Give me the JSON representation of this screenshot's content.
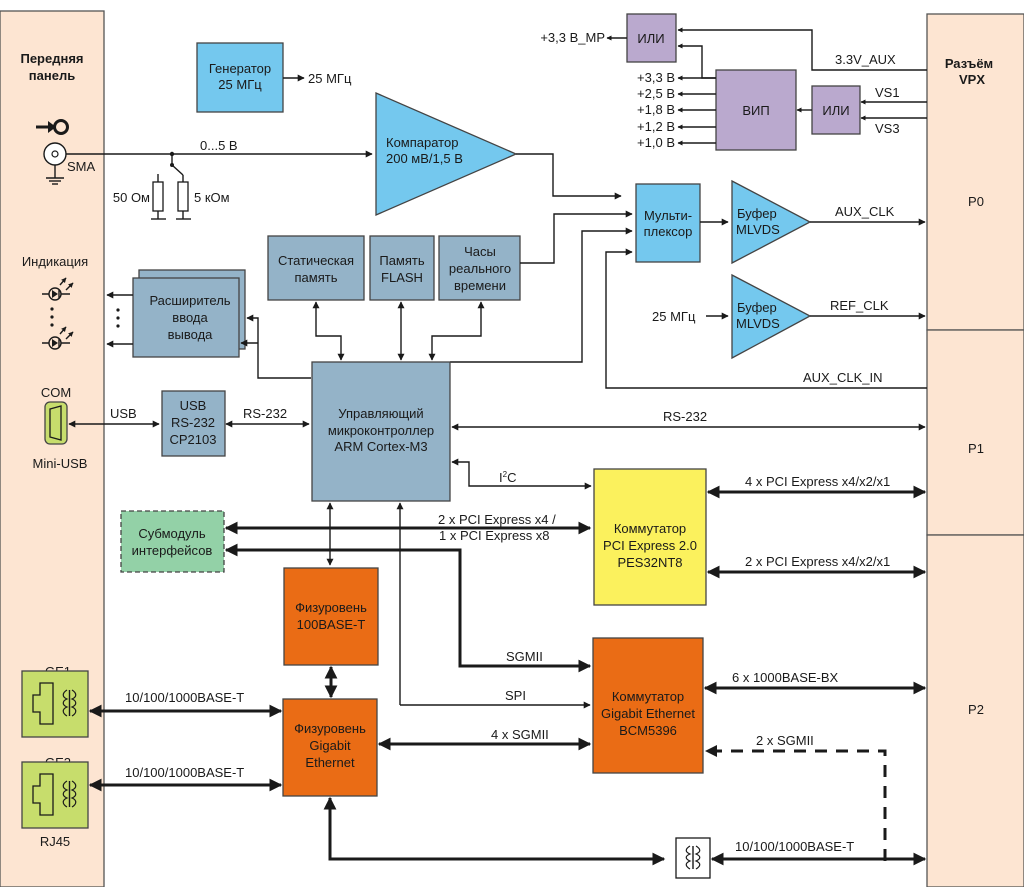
{
  "colors": {
    "panel": "#fde5d2",
    "generator_blue": "#74c8ee",
    "steel_block": "#94b3c8",
    "power_purple": "#baa9ce",
    "pcie_yellow": "#fbf15d",
    "ethernet_orange": "#ea6c15",
    "connector_green": "#c7dd6c",
    "submodule_mint": "#93d1a7"
  },
  "front_panel": {
    "title_line1": "Передняя",
    "title_line2": "панель",
    "sma_label": "SMA",
    "indication_label": "Индикация",
    "com_label": "COM",
    "mini_usb_label": "Mini-USB",
    "ge1_label": "GE1",
    "ge2_label": "GE2",
    "rj45_label": "RJ45"
  },
  "vpx": {
    "title_line1": "Разъём",
    "title_line2": "VPX",
    "p0": "P0",
    "p1": "P1",
    "p2": "P2"
  },
  "blocks": {
    "generator": [
      "Генератор",
      "25 МГц"
    ],
    "comparator": [
      "Компаратор",
      "200 мВ/1,5 В"
    ],
    "or_top": "ИЛИ",
    "vip": "ВИП",
    "or_vs": "ИЛИ",
    "mux": [
      "Мульти-",
      "плексор"
    ],
    "buffer1": [
      "Буфер",
      "MLVDS"
    ],
    "buffer2": [
      "Буфер",
      "MLVDS"
    ],
    "sram": [
      "Статическая",
      "память"
    ],
    "flash": [
      "Память",
      "FLASH"
    ],
    "rtc": [
      "Часы",
      "реального",
      "времени"
    ],
    "io_expander": [
      "Расширитель",
      "ввода",
      "вывода"
    ],
    "usb_bridge": [
      "USB",
      "RS-232",
      "CP2103"
    ],
    "mcu": [
      "Управляющий",
      "микроконтроллер",
      "ARM Cortex-M3"
    ],
    "submodule": [
      "Субмодуль",
      "интерфейсов"
    ],
    "pcie_switch": [
      "Коммутатор",
      "PCI Express 2.0",
      "PES32NT8"
    ],
    "phy100": [
      "Физуровень",
      "100BASE-T"
    ],
    "phy_gbe": [
      "Физуровень",
      "Gigabit",
      "Ethernet"
    ],
    "gbe_switch": [
      "Коммутатор",
      "Gigabit Ethernet",
      "BCM5396"
    ]
  },
  "signals": {
    "gen_out": "25 МГц",
    "sma_range": "0...5 В",
    "r50": "50 Ом",
    "r5k": "5 кОм",
    "v33_mp": "+3,3 В_МР",
    "v33": "+3,3 В",
    "v25": "+2,5 В",
    "v18": "+1,8 В",
    "v12": "+1,2 В",
    "v10": "+1,0 В",
    "aux33": "3.3V_AUX",
    "vs1": "VS1",
    "vs3": "VS3",
    "aux_clk": "AUX_CLK",
    "ref_in": "25 МГц",
    "ref_clk": "REF_CLK",
    "aux_clk_in": "AUX_CLK_IN",
    "usb": "USB",
    "rs232_a": "RS-232",
    "rs232_b": "RS-232",
    "i2c": "I",
    "i2c_sup": "2",
    "i2c_tail": "C",
    "pcie_sub_1": "2 x PCI Express x4 /",
    "pcie_sub_2": "1 x PCI Express x8",
    "pcie_p1": "4 x PCI Express x4/x2/x1",
    "pcie_p2": "2 x PCI Express x4/x2/x1",
    "sgmii": "SGMII",
    "spi": "SPI",
    "sgmii4": "4 x SGMII",
    "bx6": "6 x 1000BASE-BX",
    "sgmii2": "2 x SGMII",
    "ge1_link": "10/100/1000BASE-T",
    "ge2_link": "10/100/1000BASE-T",
    "p2_link": "10/100/1000BASE-T"
  }
}
